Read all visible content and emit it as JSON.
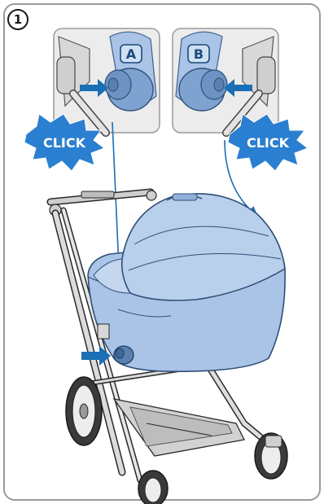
{
  "step": {
    "number": "1"
  },
  "insets": [
    {
      "letter": "A",
      "click_label": "CLICK"
    },
    {
      "letter": "B",
      "click_label": "CLICK"
    }
  ],
  "colors": {
    "frame": "#9a9a9a",
    "fabric": "#a9c4e6",
    "fabric_dark": "#7fa3d0",
    "accent_blue": "#1a6fb5",
    "burst": "#2a7fd0",
    "frame_metal": "#d4d4d4",
    "outline": "#2a2a2a"
  }
}
